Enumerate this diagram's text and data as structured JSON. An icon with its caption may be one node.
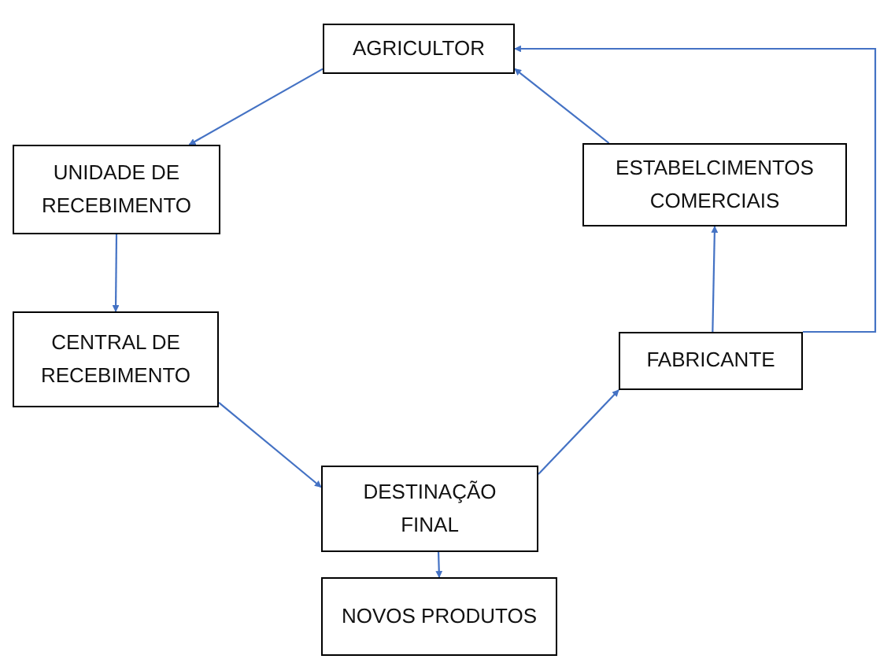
{
  "diagram": {
    "nodes": [
      {
        "text": [
          "AGRICULTOR"
        ]
      },
      {
        "text": [
          "UNIDADE DE RECEBIMENTO"
        ]
      },
      {
        "text": [
          "ESTABELCIMENTOS COMERCIAIS"
        ]
      },
      {
        "text": [
          "CENTRAL DE RECEBIMENTO"
        ]
      },
      {
        "text": [
          "FABRICANTE"
        ]
      },
      {
        "text": [
          "DESTINAÇÃO FINAL"
        ]
      },
      {
        "text": [
          "NOVOS PRODUTOS"
        ]
      }
    ],
    "edges": [
      {
        "from": 0,
        "to": 1,
        "arrow": "to"
      },
      {
        "from": 1,
        "to": 3,
        "arrow": "to"
      },
      {
        "from": 3,
        "to": 5,
        "arrow": "to"
      },
      {
        "from": 5,
        "to": 6,
        "arrow": "to"
      },
      {
        "from": 5,
        "to": 4,
        "arrow": "to"
      },
      {
        "from": 4,
        "to": 2,
        "arrow": "to"
      },
      {
        "from": 2,
        "to": 0,
        "arrow": "to"
      },
      {
        "from": 4,
        "to": 0,
        "arrow": "to"
      }
    ]
  }
}
